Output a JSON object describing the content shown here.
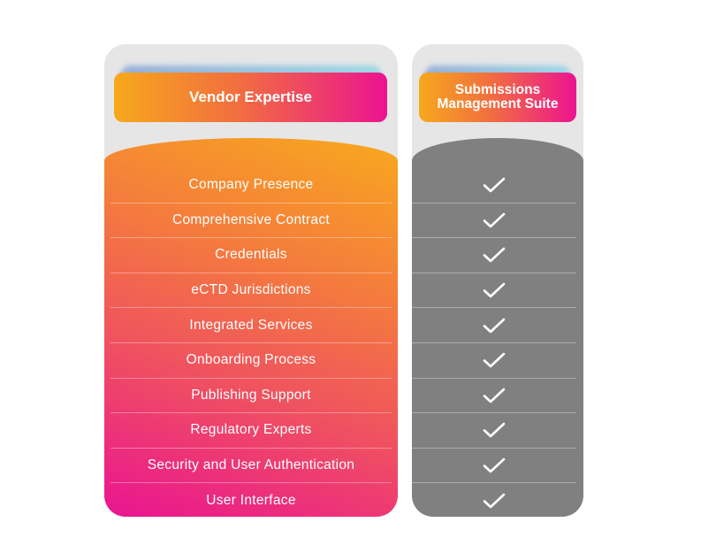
{
  "columns": {
    "vendor": {
      "title": "Vendor Expertise"
    },
    "suite": {
      "title_line1": "Submissions",
      "title_line2": "Management Suite"
    }
  },
  "features": [
    {
      "label": "Company Presence",
      "included": true,
      "icon": "check-icon"
    },
    {
      "label": "Comprehensive Contract",
      "included": true,
      "icon": "check-icon"
    },
    {
      "label": "Credentials",
      "included": true,
      "icon": "check-icon"
    },
    {
      "label": "eCTD Jurisdictions",
      "included": true,
      "icon": "check-icon"
    },
    {
      "label": "Integrated Services",
      "included": true,
      "icon": "check-icon"
    },
    {
      "label": "Onboarding Process",
      "included": true,
      "icon": "check-icon"
    },
    {
      "label": "Publishing Support",
      "included": true,
      "icon": "check-icon"
    },
    {
      "label": "Regulatory Experts",
      "included": true,
      "icon": "check-icon"
    },
    {
      "label": "Security and User Authentication",
      "included": true,
      "icon": "check-icon"
    },
    {
      "label": "User Interface",
      "included": true,
      "icon": "check-icon"
    }
  ],
  "colors": {
    "gradient_start": "#f7a81c",
    "gradient_mid": "#f16f3f",
    "gradient_end": "#ec1390",
    "suite_body": "#808080",
    "panel_bg": "#e6e6e6"
  }
}
